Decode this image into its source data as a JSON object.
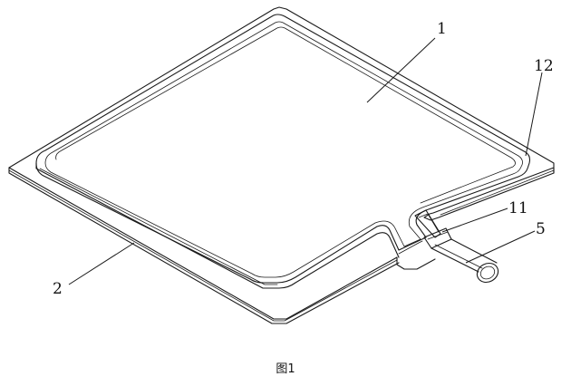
{
  "caption": "图1",
  "callouts": [
    {
      "id": "1",
      "label": "1"
    },
    {
      "id": "12",
      "label": "12"
    },
    {
      "id": "11",
      "label": "11"
    },
    {
      "id": "5",
      "label": "5"
    },
    {
      "id": "2",
      "label": "2"
    }
  ]
}
